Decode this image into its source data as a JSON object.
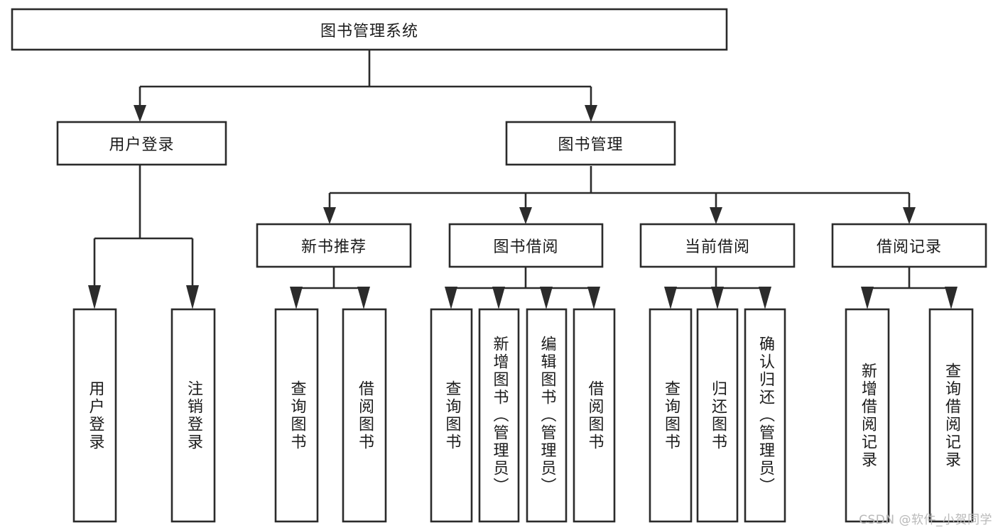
{
  "diagram": {
    "title": "图书管理系统",
    "type": "tree",
    "root": {
      "id": "root",
      "label": "图书管理系统",
      "orientation": "horizontal"
    },
    "level1": [
      {
        "id": "user-login",
        "label": "用户登录",
        "orientation": "horizontal"
      },
      {
        "id": "book-manage",
        "label": "图书管理",
        "orientation": "horizontal"
      }
    ],
    "level2": [
      {
        "id": "new-book-recommend",
        "label": "新书推荐",
        "parent": "book-manage",
        "orientation": "horizontal"
      },
      {
        "id": "book-borrow",
        "label": "图书借阅",
        "parent": "book-manage",
        "orientation": "horizontal"
      },
      {
        "id": "current-borrow",
        "label": "当前借阅",
        "parent": "book-manage",
        "orientation": "horizontal"
      },
      {
        "id": "borrow-record",
        "label": "借阅记录",
        "parent": "book-manage",
        "orientation": "horizontal"
      }
    ],
    "leaves": [
      {
        "id": "leaf-user-login",
        "label": "用户登录",
        "parent": "user-login",
        "orientation": "vertical"
      },
      {
        "id": "leaf-user-logout",
        "label": "注销登录",
        "parent": "user-login",
        "orientation": "vertical"
      },
      {
        "id": "leaf-query-book-1",
        "label": "查询图书",
        "parent": "new-book-recommend",
        "orientation": "vertical"
      },
      {
        "id": "leaf-borrow-book-1",
        "label": "借阅图书",
        "parent": "new-book-recommend",
        "orientation": "vertical"
      },
      {
        "id": "leaf-query-book-2",
        "label": "查询图书",
        "parent": "book-borrow",
        "orientation": "vertical"
      },
      {
        "id": "leaf-add-book",
        "label": "新增图书（管理员）",
        "parent": "book-borrow",
        "orientation": "vertical"
      },
      {
        "id": "leaf-edit-book",
        "label": "编辑图书（管理员）",
        "parent": "book-borrow",
        "orientation": "vertical"
      },
      {
        "id": "leaf-borrow-book-2",
        "label": "借阅图书",
        "parent": "book-borrow",
        "orientation": "vertical"
      },
      {
        "id": "leaf-query-book-3",
        "label": "查询图书",
        "parent": "current-borrow",
        "orientation": "vertical"
      },
      {
        "id": "leaf-return-book",
        "label": "归还图书",
        "parent": "current-borrow",
        "orientation": "vertical"
      },
      {
        "id": "leaf-confirm-return",
        "label": "确认归还（管理员）",
        "parent": "current-borrow",
        "orientation": "vertical"
      },
      {
        "id": "leaf-add-record",
        "label": "新增借阅记录",
        "parent": "borrow-record",
        "orientation": "vertical"
      },
      {
        "id": "leaf-query-record",
        "label": "查询借阅记录",
        "parent": "borrow-record",
        "orientation": "vertical"
      }
    ]
  },
  "watermark": {
    "text": "CSDN @软件_小贺同学"
  },
  "colors": {
    "background": "#ffffff",
    "box_fill": "#ffffff",
    "box_stroke": "#2b2b2b",
    "text": "#1c1c1c",
    "watermark": "#b9b9b9"
  }
}
